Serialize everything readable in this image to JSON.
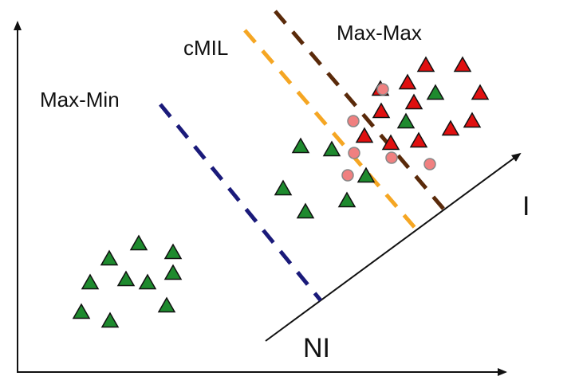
{
  "labels": {
    "max_min": "Max-Min",
    "cmil": "cMIL",
    "max_max": "Max-Max",
    "I": "I",
    "NI": "NI"
  },
  "colors": {
    "max_min_line": "#1a1a7a",
    "cmil_line": "#f5a623",
    "max_max_line": "#5a2a0a",
    "green_triangle": "#1e8a2e",
    "red_triangle": "#e01010",
    "pink_circle": "#f08080",
    "axis": "#111111"
  },
  "icons": {
    "green": "green-triangle-icon",
    "red": "red-triangle-icon",
    "circle": "pink-circle-icon"
  }
}
